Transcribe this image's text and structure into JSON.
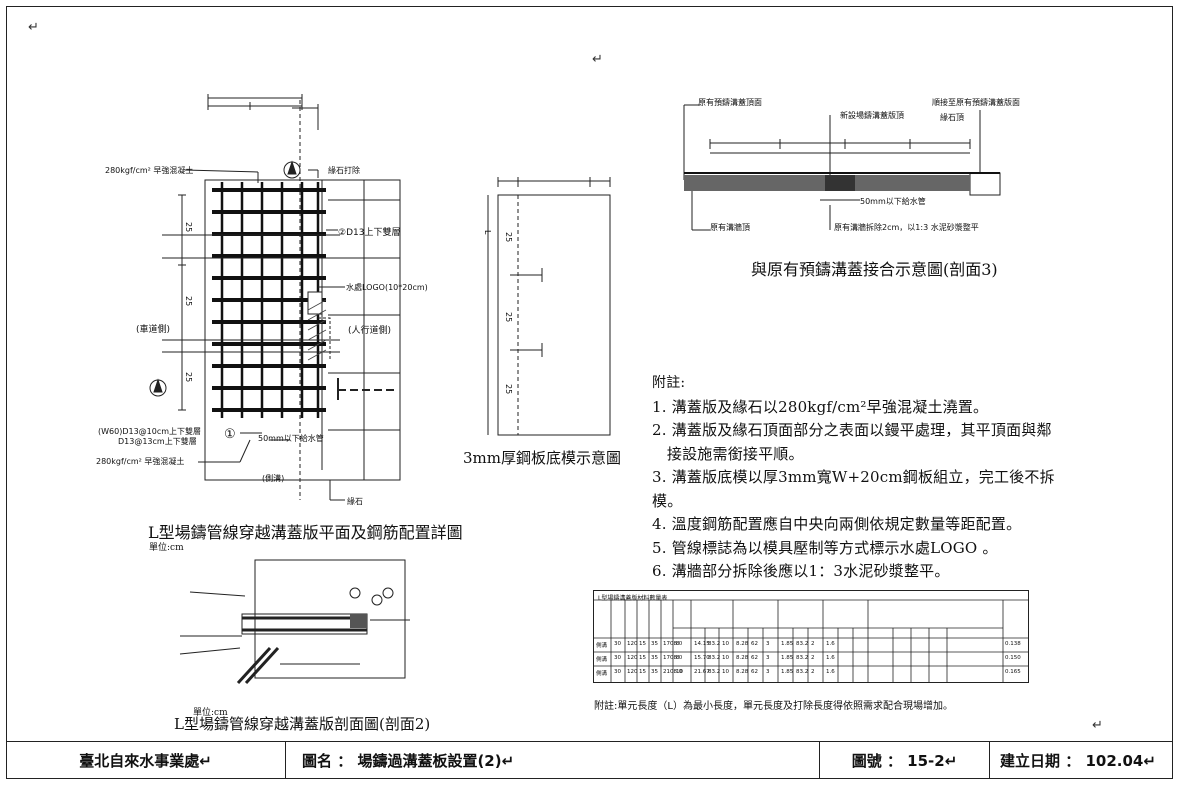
{
  "paragraph_marks": {
    "m1": "↵",
    "m2": "↵",
    "m3": "↵"
  },
  "plan_view": {
    "title": "L型場鑄管線穿越溝蓋版平面及鋼筋配置詳圖",
    "unit": "單位:cm",
    "labels": {
      "concrete_top": "280kgf/cm² 早強混凝土",
      "curb_remove": "緣石打除",
      "rebar_2": "②D13上下雙層",
      "water_logo": "水處LOGO(10*20cm)",
      "road": "(車道側)",
      "sidewalk": "(人行道側)",
      "rebar_1a": "(W60)D13@10cm上下雙層",
      "rebar_1b": "D13@13cm上下雙層",
      "rebar_1_mark": "①",
      "pipe": "50mm以下給水管",
      "concrete_bottom": "280kgf/cm² 早強混凝土",
      "ditch": "(側溝)",
      "curb": "緣石",
      "dim_l1": "25",
      "dim_l2": "25",
      "dim_l3": "25"
    }
  },
  "formwork": {
    "title": "3mm厚鋼板底模示意圖",
    "dims": {
      "d1": "25",
      "d2": "25",
      "d3": "25",
      "left": "L"
    }
  },
  "section3": {
    "title": "與原有預鑄溝蓋接合示意圖(剖面3)",
    "labels": {
      "a": "原有預鑄溝蓋頂面",
      "b": "新設場鑄溝蓋版頂",
      "c": "順接至原有預鑄溝蓋版面",
      "d": "緣石頂",
      "e": "50mm以下給水管",
      "f": "原有溝牆頂",
      "g": "原有溝牆拆除2cm，以1:3 水泥砂漿整平"
    }
  },
  "section2": {
    "title": "L型場鑄管線穿越溝蓋版剖面圖(剖面2)",
    "unit": "單位:cm"
  },
  "notes": {
    "title": "附註:",
    "items": [
      "1. 溝蓋版及緣石以280kgf/cm²早強混凝土澆置。",
      "2. 溝蓋版及緣石頂面部分之表面以鏝平處理，其平頂面與鄰",
      "   接設施需銜接平順。",
      "3. 溝蓋版底模以厚3mm寬W+20cm鋼板組立，完工後不拆模。",
      "4. 溫度鋼筋配置應自中央向兩側依規定數量等距配置。",
      "5. 管線標誌為以模具壓制等方式標示水處LOGO 。",
      "6. 溝牆部分拆除後應以1：3水泥砂漿整平。"
    ]
  },
  "table": {
    "caption": "L型場鑄溝蓋版材料數量表",
    "rows": [
      [
        "側溝",
        "30",
        "120",
        "15",
        "35",
        "1708.0",
        "8",
        "14.15",
        "83.2",
        "10",
        "8.28",
        "62",
        "3",
        "1.85",
        "83.2",
        "2",
        "1.6",
        "0.138"
      ],
      [
        "側溝",
        "30",
        "120",
        "15",
        "35",
        "1708.0",
        "8",
        "15.70",
        "83.2",
        "10",
        "8.28",
        "62",
        "3",
        "1.85",
        "83.2",
        "2",
        "1.6",
        "0.150"
      ],
      [
        "側溝",
        "30",
        "120",
        "15",
        "35",
        "2108.0",
        "10",
        "21.67",
        "83.2",
        "10",
        "8.28",
        "62",
        "3",
        "1.85",
        "83.2",
        "2",
        "1.6",
        "0.165"
      ]
    ],
    "note": "附註:單元長度（L）為最小長度，單元長度及打除長度得依照需求配合現場增加。"
  },
  "footer": {
    "agency": "臺北自來水事業處↵",
    "drawing_name": "圖名 ： 場鑄過溝蓋板設置(2)↵",
    "drawing_no": "圖號 ： 15-2↵",
    "date": "建立日期 ： 102.04↵"
  }
}
